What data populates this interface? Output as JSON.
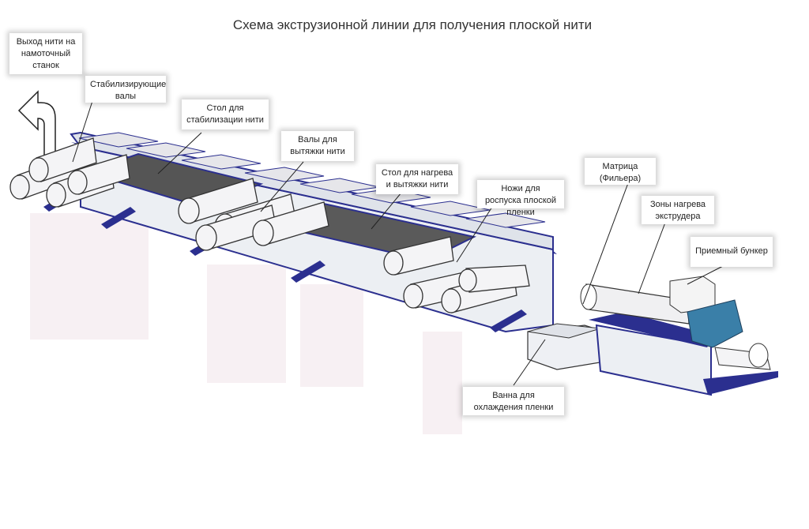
{
  "title": "Схема экструзионной линии для получения плоской нити",
  "labels": {
    "output": "Выход нити на намоточный станок",
    "stab_rollers": "Стабилизирующие валы",
    "stab_table": "Стол для стабилизации нити",
    "draw_rollers": "Валы для вытяжки нити",
    "heat_table": "Стол для нагрева и вытяжки нити",
    "knives": "Ножи для роспуска плоской пленки",
    "die": "Матрица (Фильера)",
    "zones": "Зоны нагрева экструдера",
    "hopper": "Приемный бункер",
    "bath": "Ванна для охлаждения пленки"
  },
  "colors": {
    "frame": "#2b2f8f",
    "table": "#5a5a5a",
    "panel": "#eceff3",
    "roller": "#f4f4f6"
  }
}
